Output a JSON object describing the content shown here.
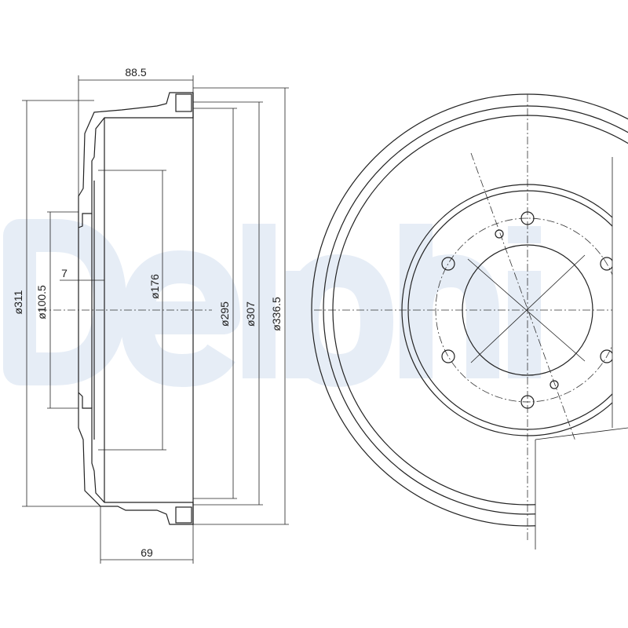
{
  "watermark": "Delphi",
  "dimensions": {
    "width_overall": "88.5",
    "width_inner": "69",
    "flange_thickness": "7",
    "d311": "ø311",
    "d100_5": "ø100.5",
    "d176": "ø176",
    "d295": "ø295",
    "d307": "ø307",
    "d336_5": "ø336.5"
  },
  "colors": {
    "line": "#222222",
    "watermark": "#e6edf6"
  }
}
